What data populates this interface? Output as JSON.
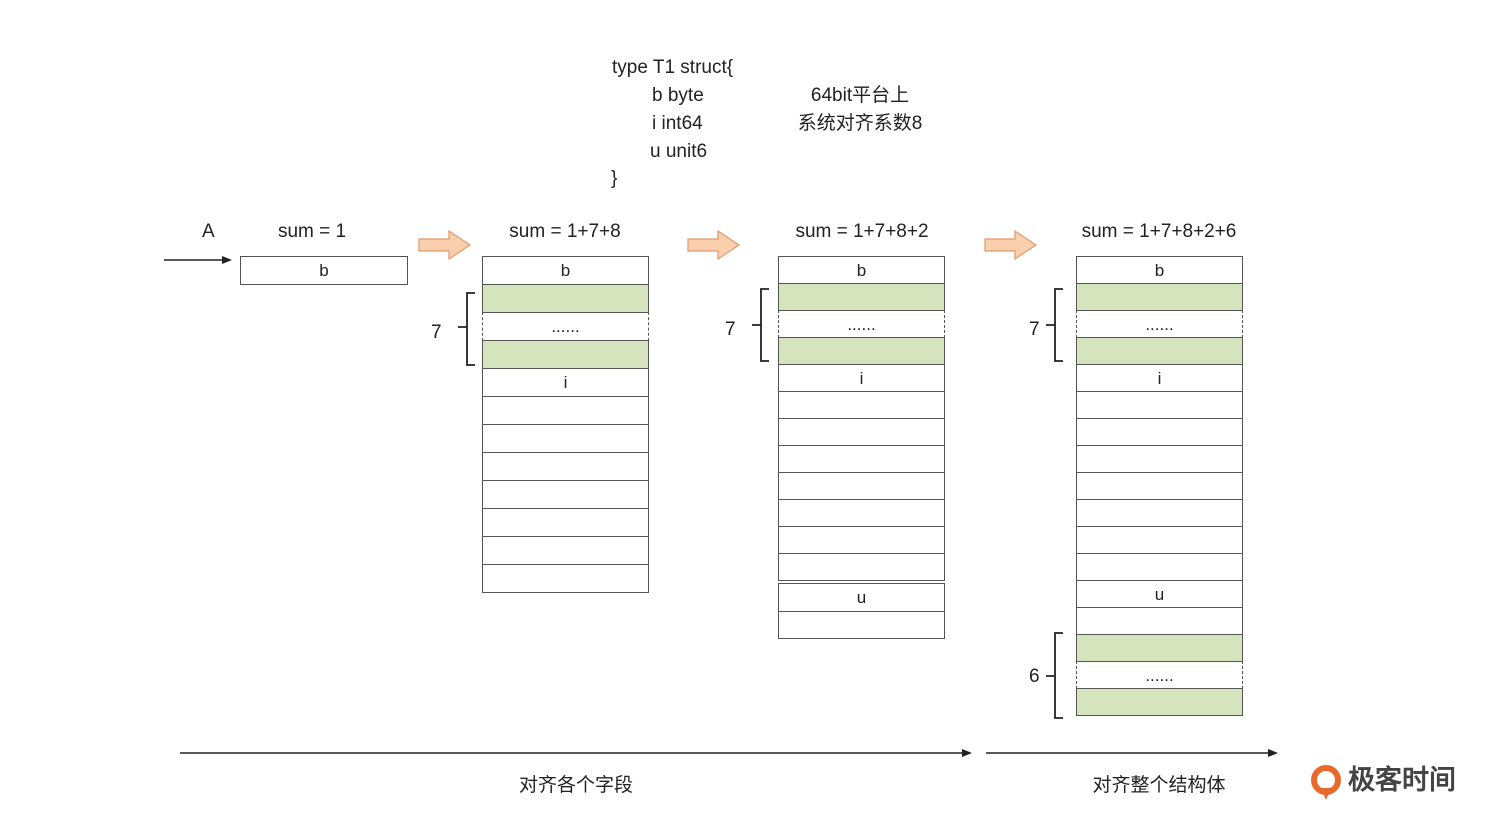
{
  "code": {
    "line1": "type T1  struct{",
    "line2": "b byte",
    "line3": "i int64",
    "line4": "u unit6",
    "line5": "}"
  },
  "note": {
    "line1": "64bit平台上",
    "line2": "系统对齐系数8"
  },
  "start_label": "A",
  "stages": [
    {
      "sum_label": "sum = 1"
    },
    {
      "sum_label": "sum = 1+7+8"
    },
    {
      "sum_label": "sum = 1+7+8+2"
    },
    {
      "sum_label": "sum = 1+7+8+2+6"
    }
  ],
  "field_labels": {
    "b": "b",
    "i": "i",
    "u": "u"
  },
  "dots": "......",
  "brace_labels": {
    "pad7": "7",
    "pad6": "6"
  },
  "footer": {
    "left": "对齐各个字段",
    "right": "对齐整个结构体"
  },
  "logo_text": "极客时间",
  "colors": {
    "padding_fill": "#d6e4bd",
    "arrow_fill": "#f9cfae",
    "arrow_stroke": "#e09a6c",
    "logo": "#e8692b"
  }
}
